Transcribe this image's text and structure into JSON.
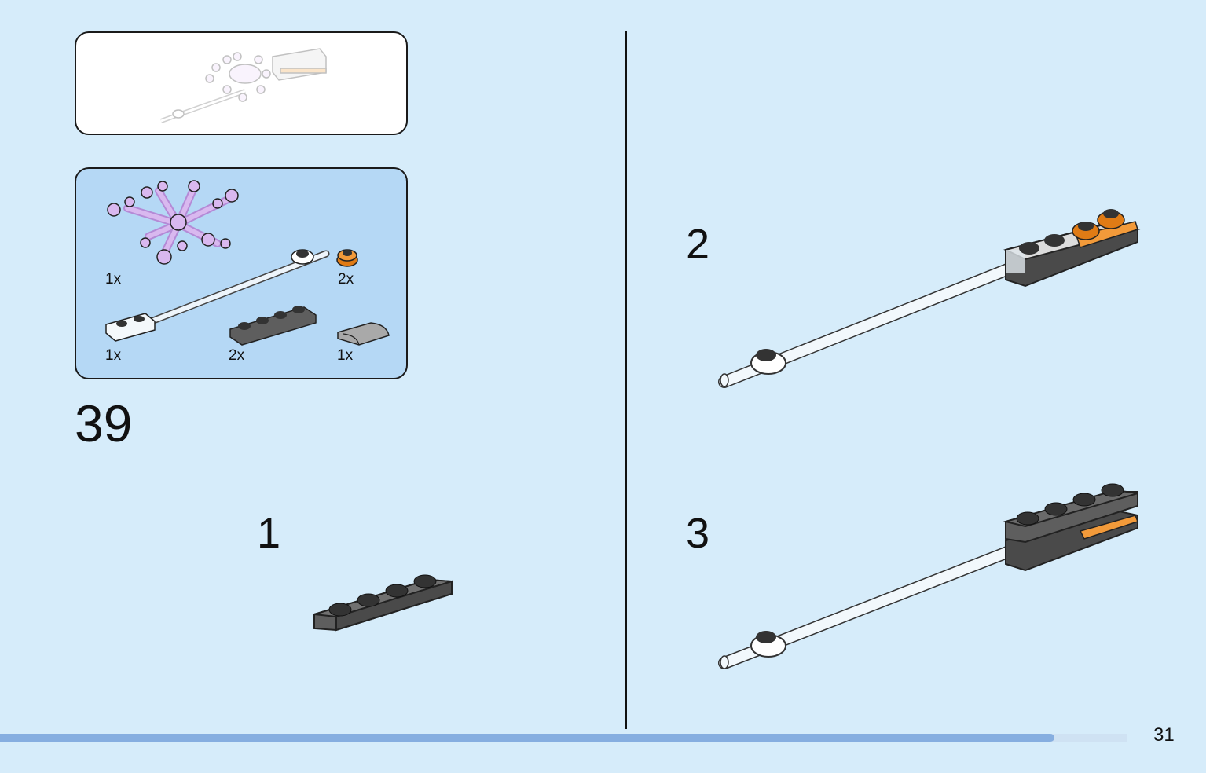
{
  "step": {
    "number": "39",
    "substeps": [
      "1",
      "2",
      "3"
    ]
  },
  "parts_list": [
    {
      "part": "lavender-snowflake-piece",
      "qty": "1x",
      "color": "#d9b8ef"
    },
    {
      "part": "orange-round-plate",
      "qty": "2x",
      "color": "#f29a3a"
    },
    {
      "part": "white-plate-with-rod",
      "qty": "1x",
      "color": "#f4f8fb"
    },
    {
      "part": "dark-gray-plate-1x4",
      "qty": "2x",
      "color": "#5e5e5e"
    },
    {
      "part": "light-gray-slope",
      "qty": "1x",
      "color": "#a9a9a9"
    }
  ],
  "page": {
    "number": "31",
    "progress": 0.935
  },
  "colors": {
    "background": "#d6ecfa",
    "parts_panel": "#b5d8f5",
    "progress_fill": "#86aee0"
  }
}
